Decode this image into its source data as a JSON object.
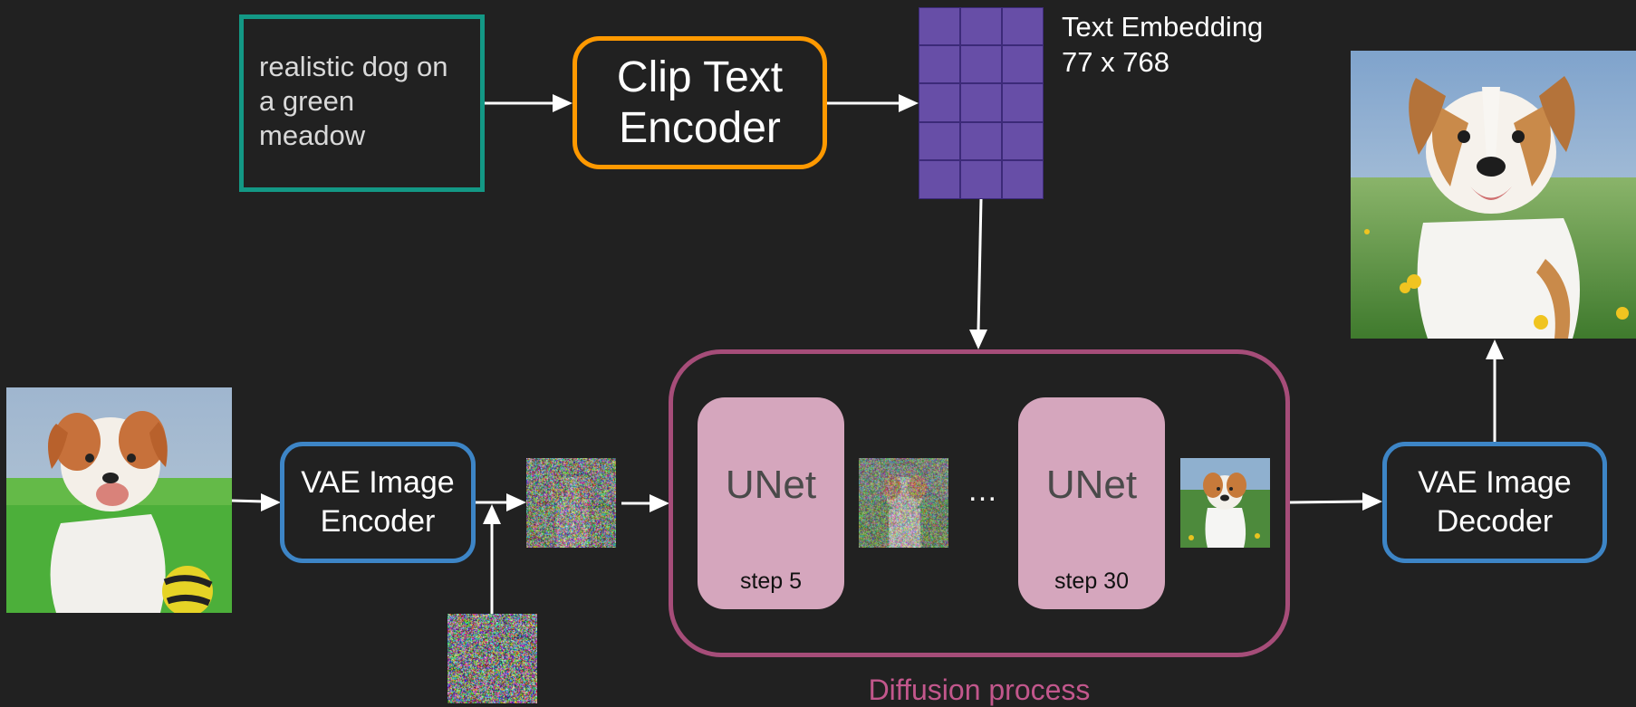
{
  "prompt_text": "realistic dog on a green meadow",
  "clip_encoder": {
    "line1": "Clip Text",
    "line2": "Encoder"
  },
  "text_embedding": {
    "title": "Text Embedding",
    "shape": "77 x 768",
    "grid_rows": 5,
    "grid_cols": 3,
    "color": "#674ea7"
  },
  "vae_encoder": {
    "line1": "VAE Image",
    "line2": "Encoder"
  },
  "vae_decoder": {
    "line1": "VAE Image",
    "line2": "Decoder"
  },
  "unets": [
    {
      "title": "UNet",
      "step": "step 5"
    },
    {
      "title": "UNet",
      "step": "step 30"
    }
  ],
  "ellipsis": "…",
  "diffusion_label": "Diffusion process",
  "colors": {
    "background": "#212121",
    "prompt_border": "#139885",
    "clip_border": "#ff9900",
    "vae_border": "#3d85c6",
    "diffusion_border": "#a64d79",
    "diffusion_label": "#c2578c",
    "unet_fill": "#d5a6bd",
    "arrow": "#ffffff"
  }
}
